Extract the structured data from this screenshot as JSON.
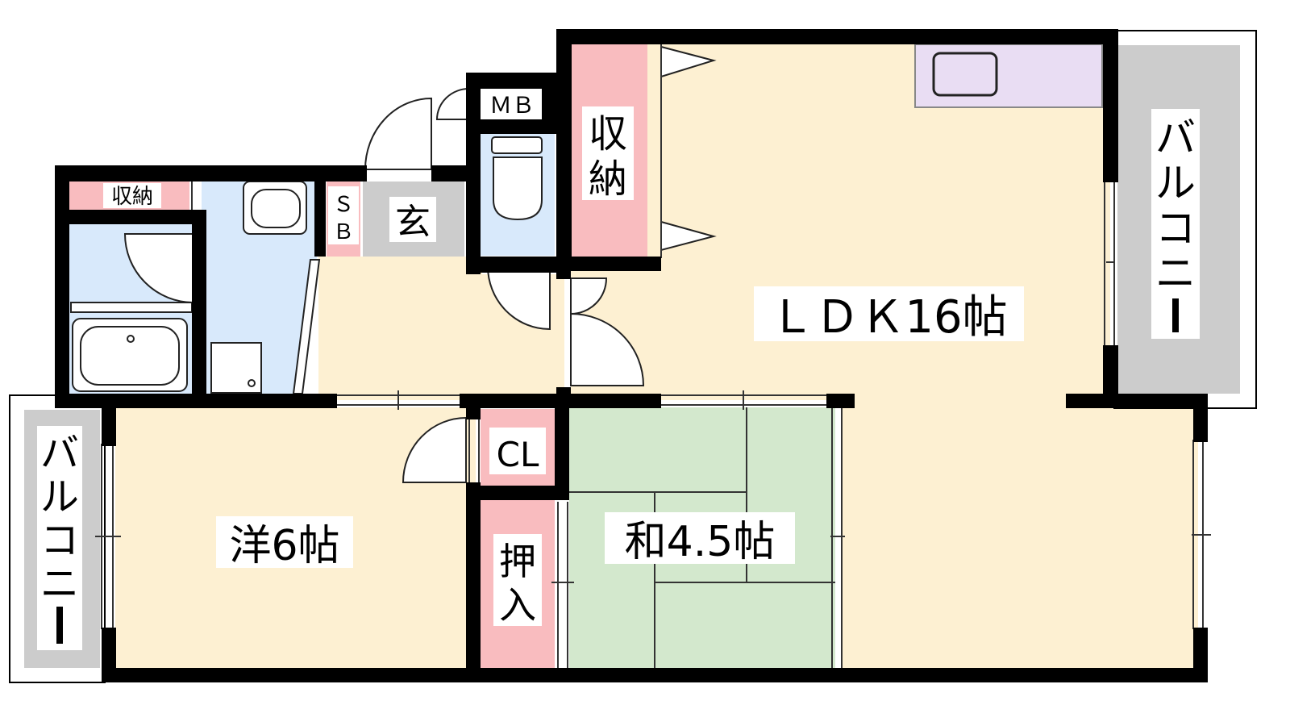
{
  "floorplan": {
    "rooms": {
      "ldk": "ＬＤＫ16帖",
      "western": "洋6帖",
      "japanese": "和4.5帖",
      "entrance": "玄",
      "storage_upper": "収納",
      "storage_ldk_line1": "収",
      "storage_ldk_line2": "納",
      "closet": "CL",
      "oshiire_line1": "押",
      "oshiire_line2": "入",
      "meter_box": "ＭＢ",
      "shoe_box_line1": "Ｓ",
      "shoe_box_line2": "Ｂ"
    },
    "balcony_right": [
      "バ",
      "ル",
      "コ",
      "ニ",
      "ー"
    ],
    "balcony_left": [
      "バ",
      "ル",
      "コ",
      "ニ",
      "ー"
    ]
  },
  "colors": {
    "wall": "#000000",
    "living": "#fdf0d2",
    "wet_area": "#d8e9fb",
    "storage": "#f9bcbf",
    "entrance": "#cccccc",
    "tatami": "#d3e8cd",
    "kitchen": "#e9ddf3",
    "balcony": "#cccccc"
  }
}
